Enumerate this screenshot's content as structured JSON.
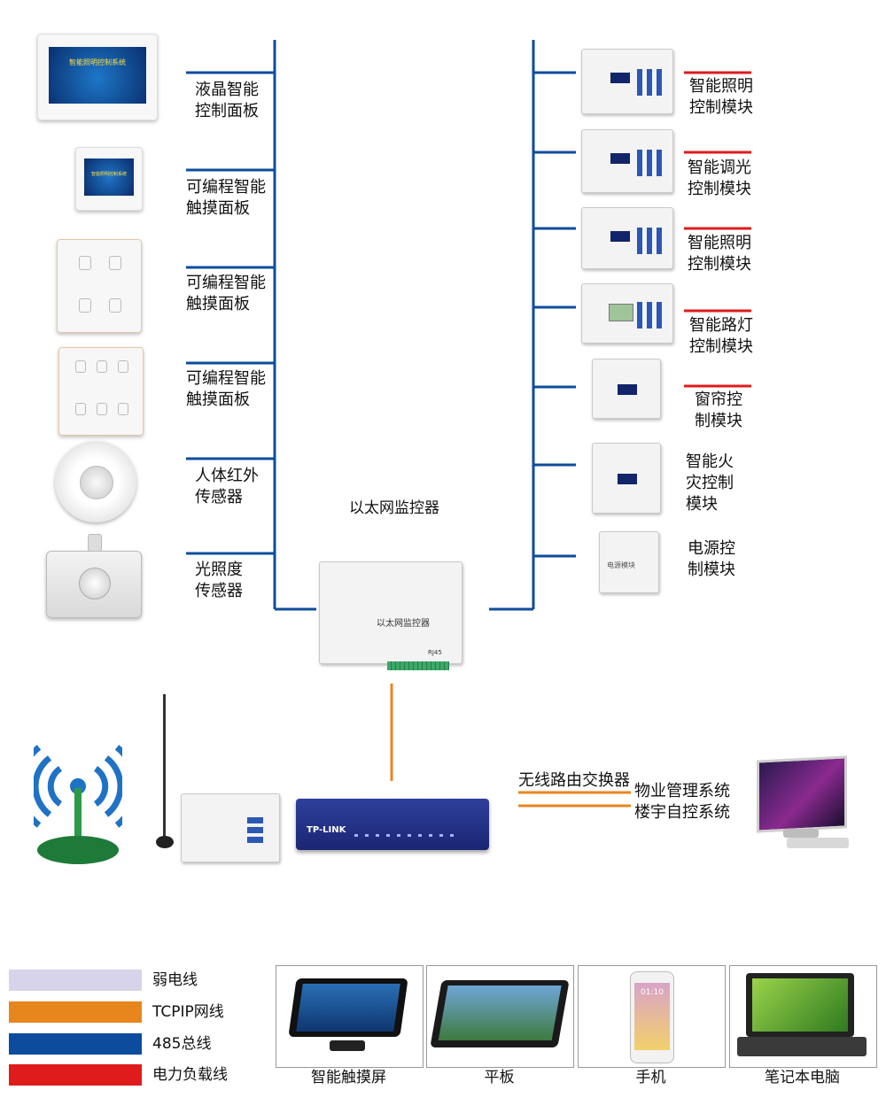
{
  "left_devices": [
    {
      "name": "lcd-panel",
      "label": "液晶智能\n控制面板",
      "screen_text": "智能照明控制系统"
    },
    {
      "name": "prog-touch-panel-1",
      "label": "可编程智能\n触摸面板",
      "screen_text": "智能照明控制系统"
    },
    {
      "name": "prog-touch-panel-2",
      "label": "可编程智能\n触摸面板"
    },
    {
      "name": "prog-touch-panel-3",
      "label": "可编程智能\n触摸面板"
    },
    {
      "name": "pir-sensor",
      "label": "人体红外\n传感器"
    },
    {
      "name": "light-sensor",
      "label": "光照度\n传感器"
    }
  ],
  "right_devices": [
    {
      "name": "lighting-module-1",
      "label": "智能照明\n控制模块"
    },
    {
      "name": "dimming-module",
      "label": "智能调光\n控制模块"
    },
    {
      "name": "lighting-module-2",
      "label": "智能照明\n控制模块"
    },
    {
      "name": "streetlight-module",
      "label": "智能路灯\n控制模块"
    },
    {
      "name": "curtain-module",
      "label": "窗帘控\n制模块"
    },
    {
      "name": "fire-module",
      "label": "智能火\n灾控制\n模块"
    },
    {
      "name": "power-module",
      "label": "电源控\n制模块",
      "device_text": "电源模块"
    }
  ],
  "center": {
    "label": "以太网监控器",
    "device_text": "以太网监控器",
    "port_label": "RJ45"
  },
  "network": {
    "switch_brand": "TP-LINK",
    "router_label": "无线路由交换器",
    "property_label": "物业管理系统",
    "building_label": "楼宇自控系统"
  },
  "legend": [
    {
      "label": "弱电线",
      "color": "#d6d3ea"
    },
    {
      "label": "TCPIP网线",
      "color": "#e8861e"
    },
    {
      "label": "485总线",
      "color": "#0d4c9c"
    },
    {
      "label": "电力负载线",
      "color": "#e01b1b"
    }
  ],
  "terminals": [
    {
      "label": "智能触摸屏"
    },
    {
      "label": "平板"
    },
    {
      "label": "手机",
      "screen_time": "01:10"
    },
    {
      "label": "笔记本电脑"
    }
  ],
  "colors": {
    "bus485": "#0d4c9c",
    "tcpip": "#e8861e",
    "power": "#e01b1b",
    "weak": "#d6d3ea"
  }
}
